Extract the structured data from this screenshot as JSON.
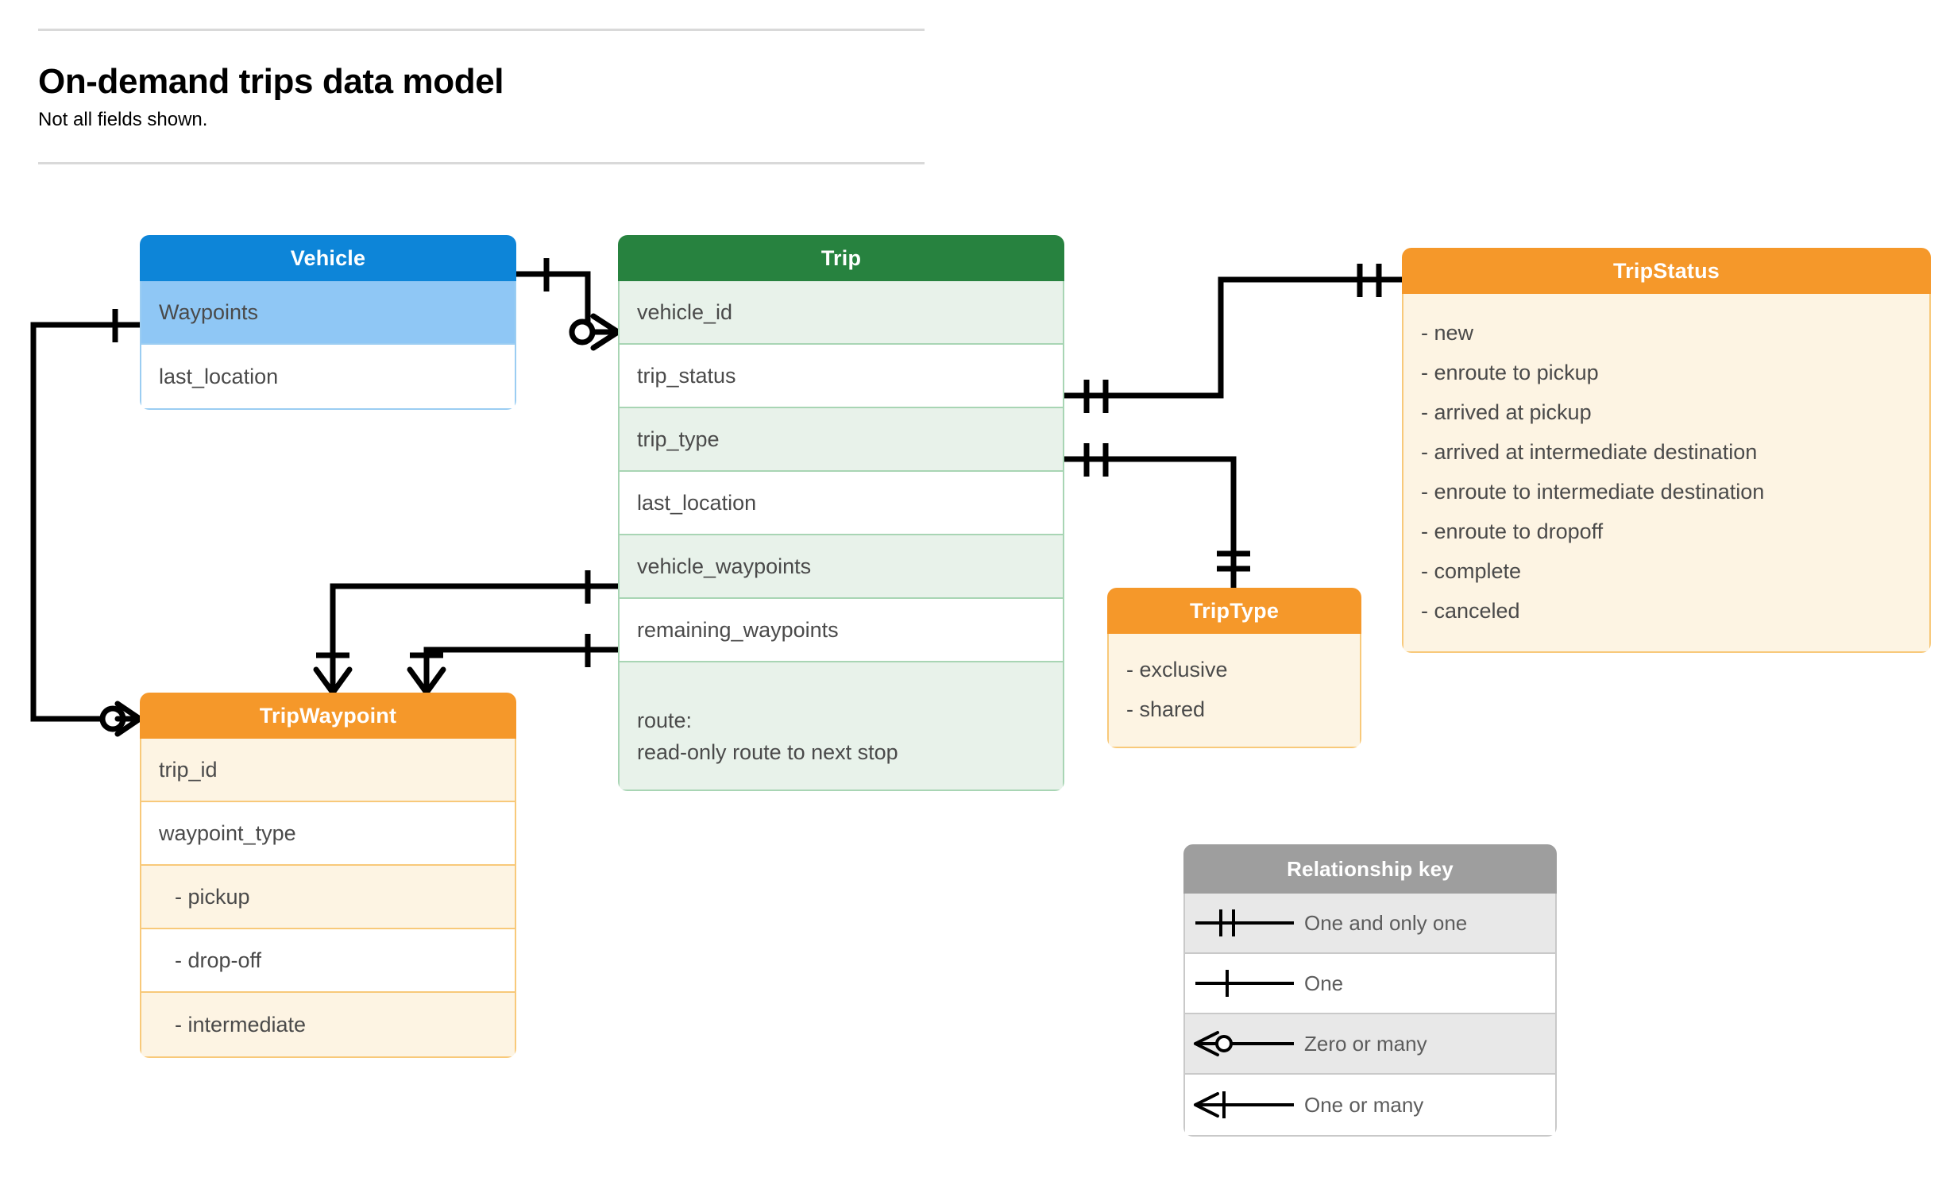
{
  "header": {
    "title": "On-demand trips data model",
    "subtitle": "Not all fields shown."
  },
  "colors": {
    "vehicle_header": "#0d85d8",
    "vehicle_row_alt": "#8fc7f5",
    "vehicle_border": "#9bcdf2",
    "trip_header": "#27823f",
    "trip_row_alt": "#e8f2ea",
    "trip_border": "#a8d5b4",
    "orange_header": "#f5982a",
    "orange_row_alt": "#fdf4e3",
    "orange_border": "#f8c97a",
    "legend_header": "#9e9e9e",
    "legend_row_alt": "#e8e8e8",
    "text": "#4a4a4a",
    "connector": "#000000"
  },
  "entities": {
    "vehicle": {
      "title": "Vehicle",
      "fields": [
        {
          "label": "Waypoints"
        },
        {
          "label": "last_location"
        }
      ]
    },
    "trip": {
      "title": "Trip",
      "fields": [
        {
          "label": "vehicle_id"
        },
        {
          "label": "trip_status"
        },
        {
          "label": "trip_type"
        },
        {
          "label": "last_location"
        },
        {
          "label": "vehicle_waypoints"
        },
        {
          "label": "remaining_waypoints"
        }
      ],
      "route_line1": "route:",
      "route_line2": "read-only route to next stop"
    },
    "trip_status": {
      "title": "TripStatus",
      "values": [
        "- new",
        "- enroute to pickup",
        "- arrived at pickup",
        "- arrived at intermediate destination",
        "- enroute to intermediate destination",
        "- enroute to dropoff",
        "- complete",
        "- canceled"
      ]
    },
    "trip_type": {
      "title": "TripType",
      "values": [
        "- exclusive",
        "- shared"
      ]
    },
    "trip_waypoint": {
      "title": "TripWaypoint",
      "fields": [
        {
          "label": "trip_id"
        },
        {
          "label": "waypoint_type"
        }
      ],
      "waypoint_values": [
        "-  pickup",
        "-  drop-off",
        "-  intermediate"
      ]
    }
  },
  "legend": {
    "title": "Relationship key",
    "rows": [
      {
        "symbol": "one-and-only-one",
        "label": "One and only one"
      },
      {
        "symbol": "one",
        "label": "One"
      },
      {
        "symbol": "zero-or-many",
        "label": "Zero or many"
      },
      {
        "symbol": "one-or-many",
        "label": "One or many"
      }
    ]
  },
  "relationships": [
    {
      "from": "Vehicle",
      "from_card": "one",
      "to": "Trip.vehicle_id",
      "to_card": "zero-or-many"
    },
    {
      "from": "Vehicle.Waypoints",
      "from_card": "one",
      "to": "TripWaypoint",
      "to_card": "zero-or-many"
    },
    {
      "from": "Trip.trip_status",
      "from_card": "one-and-only-one",
      "to": "TripStatus",
      "to_card": "one-and-only-one"
    },
    {
      "from": "Trip.trip_type",
      "from_card": "one-and-only-one",
      "to": "TripType",
      "to_card": "one-and-only-one"
    },
    {
      "from": "Trip.vehicle_waypoints",
      "from_card": "one",
      "to": "TripWaypoint",
      "to_card": "one-or-many"
    },
    {
      "from": "Trip.remaining_waypoints",
      "from_card": "one",
      "to": "TripWaypoint",
      "to_card": "one-or-many"
    }
  ]
}
